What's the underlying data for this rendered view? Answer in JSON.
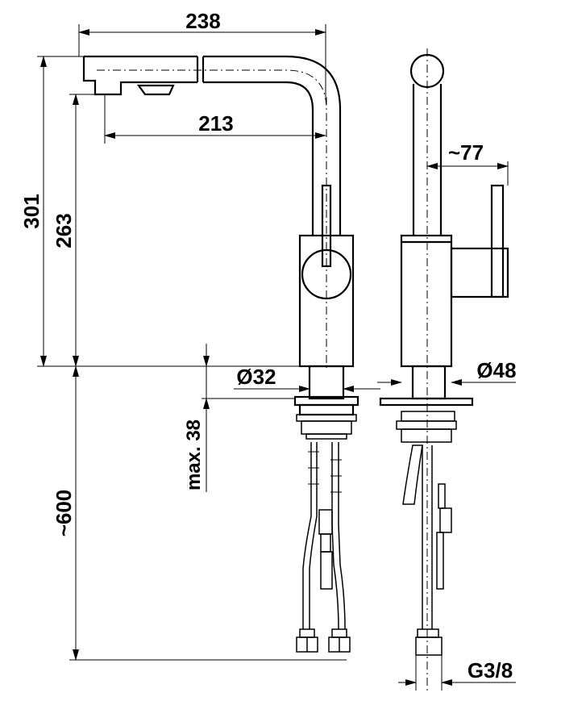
{
  "dimensions": {
    "reach_overall": "238",
    "reach_spout": "213",
    "total_height": "301",
    "height_to_outlet": "263",
    "hose_length": "~600",
    "base_diameter": "Ø32",
    "counter_thickness": "max. 38",
    "body_diameter": "Ø48",
    "lever_depth": "~77",
    "connection_thread": "G3/8"
  },
  "icons": {
    "front_view": "faucet-front-view-icon",
    "side_view": "faucet-side-view-icon"
  }
}
